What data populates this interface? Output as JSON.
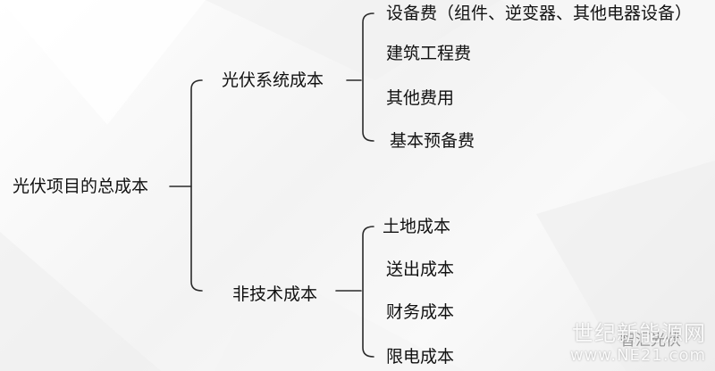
{
  "diagram": {
    "root": {
      "label": "光伏项目的总成本"
    },
    "branches": [
      {
        "label": "光伏系统成本",
        "children": [
          "设备费（组件、逆变器、其他电器设备）",
          "建筑工程费",
          "其他费用",
          "基本预备费"
        ]
      },
      {
        "label": "非技术成本",
        "children": [
          "土地成本",
          "送出成本",
          "财务成本",
          "限电成本"
        ]
      }
    ]
  },
  "watermark": {
    "site_name": "世纪新能源网",
    "url": "www.NE21.com",
    "overlay_text": "智汇光伏"
  },
  "colors": {
    "line": "#2a2a2a",
    "text": "#111111"
  }
}
